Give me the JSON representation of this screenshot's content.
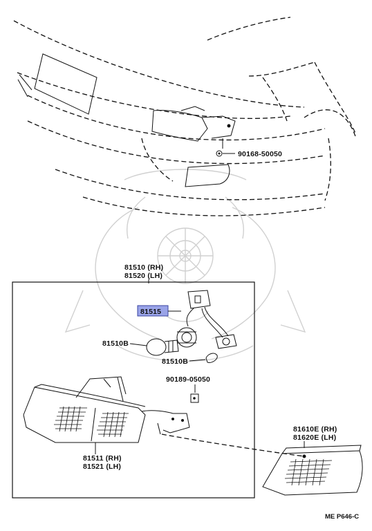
{
  "parts": {
    "bolt_top": "90168-50050",
    "assy_rh": "81510 (RH)",
    "assy_lh": "81520 (LH)",
    "socket_wire": "81515",
    "bulb_large": "81510B",
    "bulb_small": "81510B",
    "screw": "90189-05050",
    "lens_rh": "81511 (RH)",
    "lens_lh": "81521 (LH)",
    "reflector_rh": "81610E (RH)",
    "reflector_lh": "81620E (LH)"
  },
  "highlight_color": "#9aa4e8",
  "reference": "ME P646-C"
}
